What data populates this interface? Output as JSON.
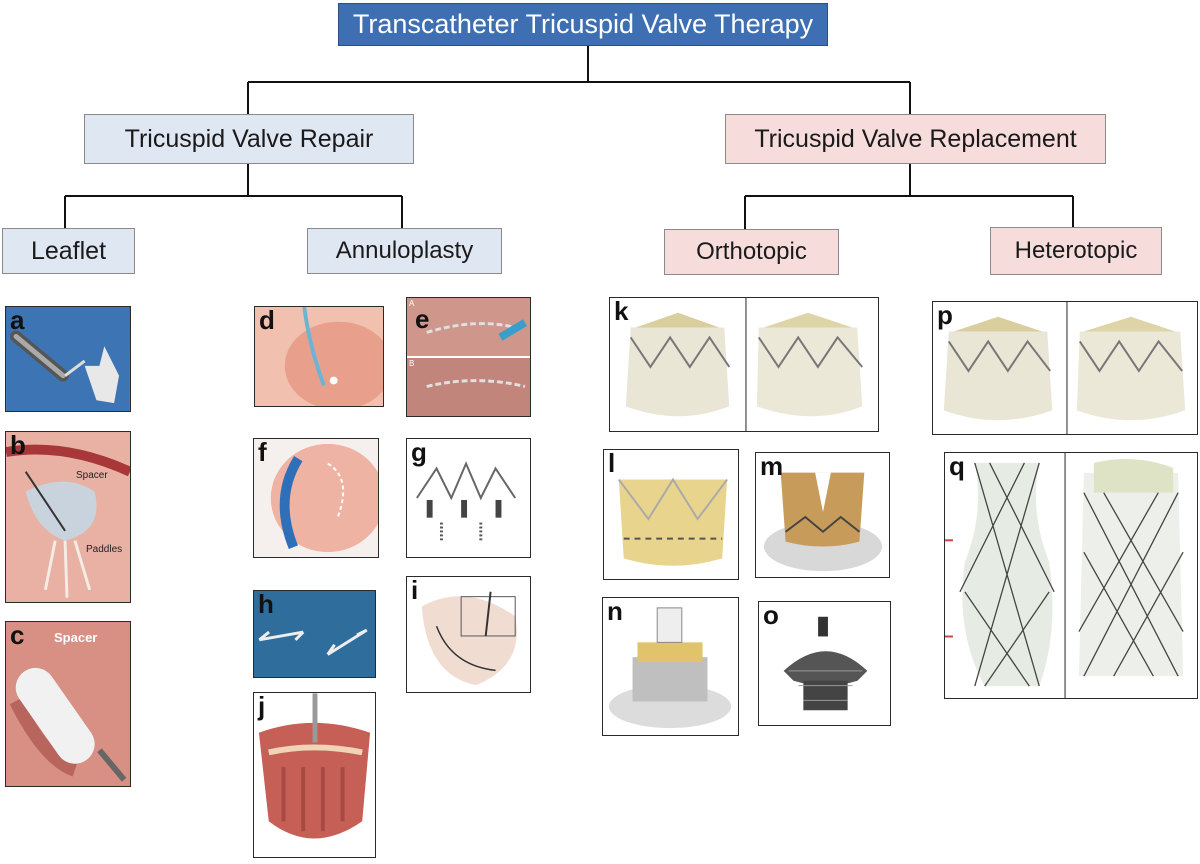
{
  "title": "Transcatheter Tricuspid Valve Therapy",
  "branches": {
    "repair": "Tricuspid Valve Repair",
    "replacement": "Tricuspid Valve Replacement"
  },
  "subcategories": {
    "leaflet": "Leaflet",
    "annuloplasty": "Annuloplasty",
    "orthotopic": "Orthotopic",
    "heterotopic": "Heterotopic"
  },
  "panels": {
    "a": "a",
    "b": "b",
    "c": "c",
    "d": "d",
    "e": "e",
    "f": "f",
    "g": "g",
    "h": "h",
    "i": "i",
    "j": "j",
    "k": "k",
    "l": "l",
    "m": "m",
    "n": "n",
    "o": "o",
    "p": "p",
    "q": "q"
  },
  "annotations": {
    "spacer_b": "Spacer",
    "paddles_b": "Paddles",
    "spacer_c": "Spacer",
    "e_top": "A",
    "e_bottom": "B"
  },
  "colors": {
    "root_fill": "#3f6fb3",
    "repair_fill": "#dfe7f2",
    "replacement_fill": "#f7dcdc"
  }
}
